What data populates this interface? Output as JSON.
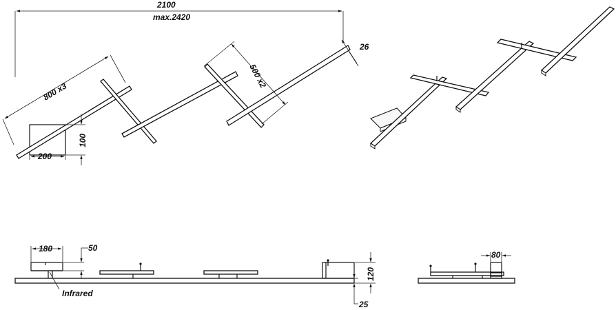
{
  "dimensions": {
    "total_length": "2100",
    "max_length": "max.2420",
    "long_bar": "800 x3",
    "short_bar": "500 x2",
    "bar_width": "26",
    "canopy_width": "200",
    "canopy_depth": "100",
    "side_canopy_width": "180",
    "side_canopy_height": "50",
    "total_height": "120",
    "bar_height": "25",
    "end_view_width": "80"
  },
  "labels": {
    "sensor": "Infrared"
  }
}
